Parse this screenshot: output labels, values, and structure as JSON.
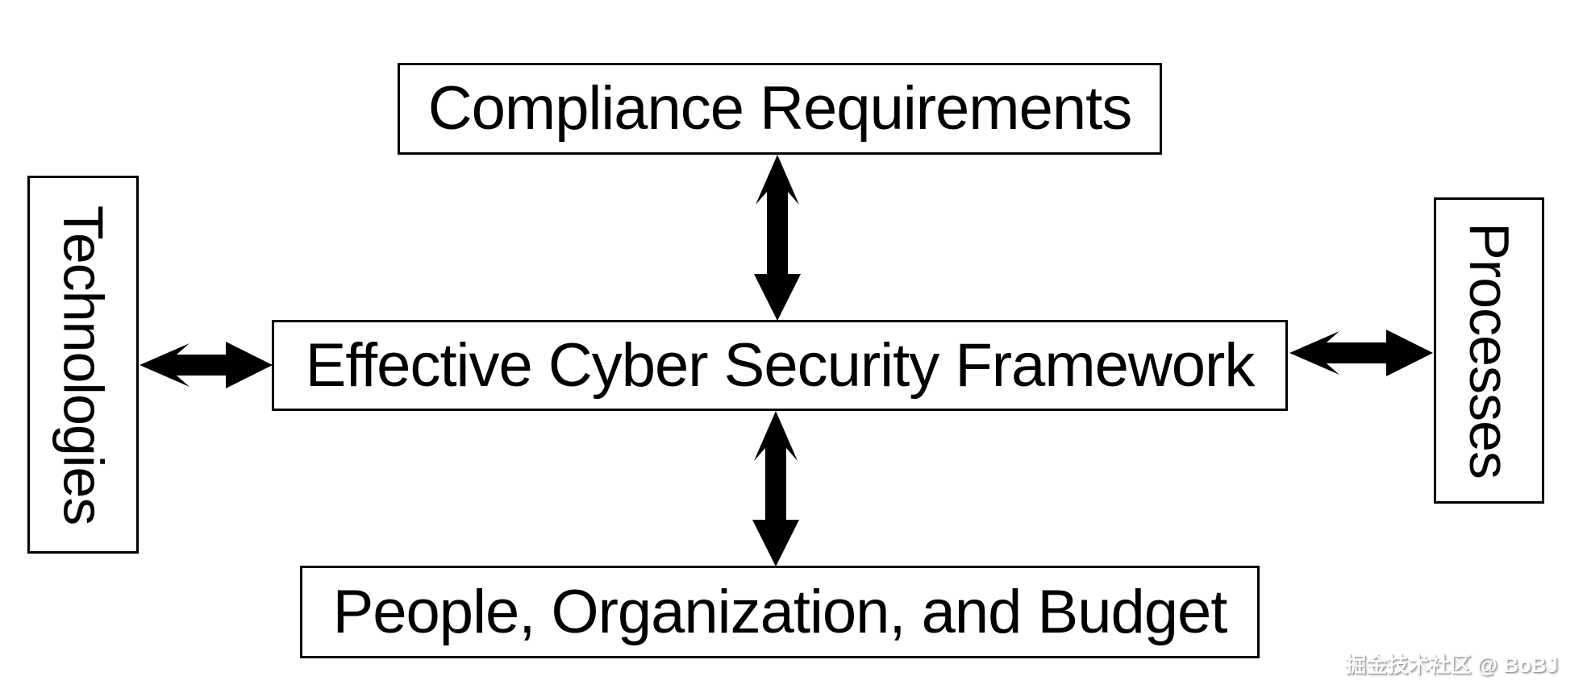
{
  "diagram": {
    "type": "hub-and-spoke",
    "nodes": {
      "top": {
        "label": "Compliance Requirements"
      },
      "center": {
        "label": "Effective Cyber Security Framework"
      },
      "bottom": {
        "label": "People, Organization, and Budget"
      },
      "left": {
        "label": "Technologies"
      },
      "right": {
        "label": "Processes"
      }
    },
    "connections": [
      {
        "from": "center",
        "to": "top",
        "style": "double-headed-arrow"
      },
      {
        "from": "center",
        "to": "bottom",
        "style": "double-headed-arrow"
      },
      {
        "from": "center",
        "to": "left",
        "style": "double-headed-arrow"
      },
      {
        "from": "center",
        "to": "right",
        "style": "double-headed-arrow"
      }
    ],
    "colors": {
      "background": "#ffffff",
      "box_fill": "#ffffff",
      "box_border": "#000000",
      "text": "#000000",
      "arrow": "#000000"
    }
  },
  "watermark": {
    "text": "掘金技术社区 @ BoBJ"
  }
}
